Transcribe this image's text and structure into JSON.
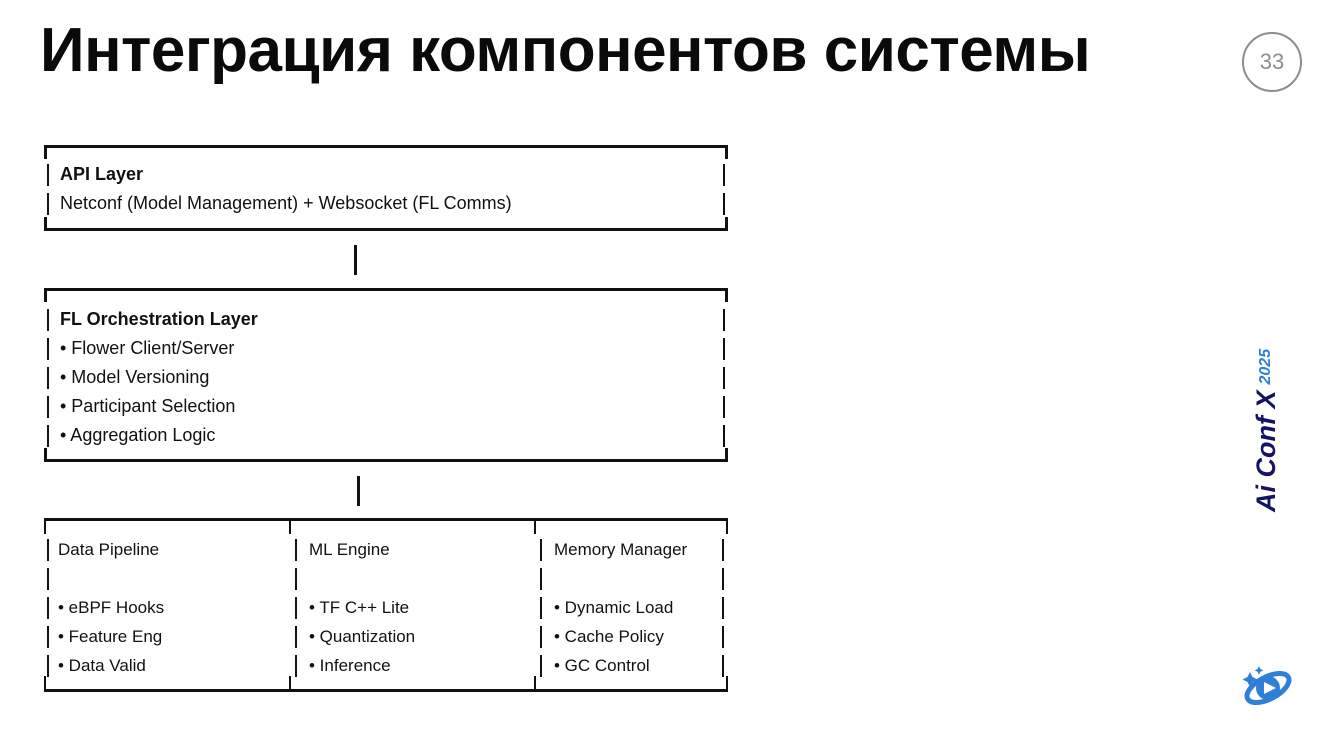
{
  "slide": {
    "title": "Интеграция компонентов системы",
    "page_number": "33"
  },
  "diagram": {
    "type": "ascii-architecture-stack",
    "boxes": [
      {
        "id": "api-layer",
        "heading": "API Layer",
        "lines": [
          "Netconf (Model Management) + Websocket (FL Comms)"
        ]
      },
      {
        "id": "fl-orchestration-layer",
        "heading": " FL Orchestration Layer",
        "lines": [
          "• Flower Client/Server",
          "• Model Versioning",
          "• Participant Selection",
          "• Aggregation Logic"
        ]
      }
    ],
    "columns": [
      {
        "id": "data-pipeline",
        "heading": "Data Pipeline",
        "items": [
          "• eBPF Hooks",
          "• Feature Eng",
          "• Data Valid"
        ]
      },
      {
        "id": "ml-engine",
        "heading": "ML Engine",
        "items": [
          "• TF C++ Lite",
          " • Quantization",
          "• Inference"
        ]
      },
      {
        "id": "memory-manager",
        "heading": "Memory Manager",
        "items": [
          "• Dynamic Load",
          "• Cache Policy",
          " • GC Control"
        ]
      }
    ]
  },
  "logo": {
    "name": "Ai Conf X",
    "year": "2025",
    "colors": {
      "name": "#141464",
      "year": "#2f7fd8",
      "mark": "#2f7fd8"
    }
  },
  "colors": {
    "ink": "#111111",
    "badge": "#8d8d8d",
    "background": "#ffffff"
  }
}
